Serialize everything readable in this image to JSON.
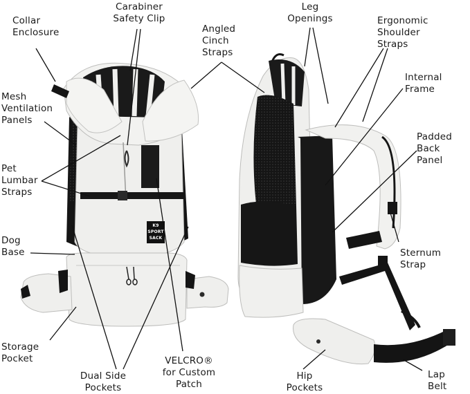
{
  "labels": {
    "collar_enclosure": "Collar\nEnclosure",
    "carabiner_safety_clip": "Carabiner\nSafety Clip",
    "angled_cinch_straps": "Angled\nCinch\nStraps",
    "leg_openings": "Leg\nOpenings",
    "ergonomic_shoulder_straps": "Ergonomic\nShoulder\nStraps",
    "internal_frame": "Internal\nFrame",
    "mesh_ventilation_panels": "Mesh\nVentilation\nPanels",
    "pet_lumbar_straps": "Pet\nLumbar\nStraps",
    "padded_back_panel": "Padded\nBack\nPanel",
    "dog_base": "Dog\nBase",
    "sternum_strap": "Sternum\nStrap",
    "storage_pocket": "Storage\nPocket",
    "dual_side_pockets": "Dual Side\nPockets",
    "velcro_patch": "VELCRO®\nfor Custom\nPatch",
    "hip_pockets": "Hip\nPockets",
    "lap_belt": "Lap\nBelt"
  },
  "patch_text": "K9\nSPORT\nSACK",
  "colors": {
    "fabric": "#eeeeec",
    "fabric_shadow": "#d6d6d4",
    "strap": "#141414",
    "mesh": "#1c1c1c",
    "leader": "#111111"
  }
}
